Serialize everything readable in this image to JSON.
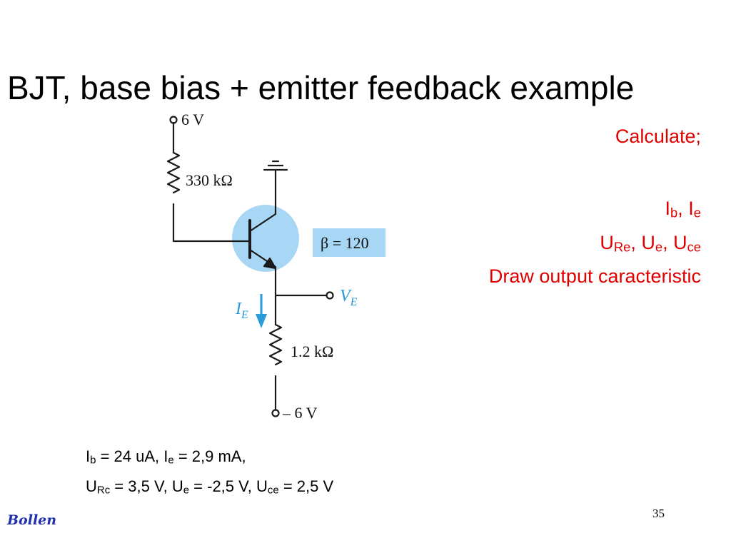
{
  "slide": {
    "title": "BJT, base bias + emitter feedback example",
    "page_number": "35",
    "logo_text": "Bollen"
  },
  "task": {
    "heading": "Calculate;",
    "line1": {
      "a": "I",
      "a_sub": "b",
      "sep": ", ",
      "b": "I",
      "b_sub": "e"
    },
    "line2": {
      "a": "U",
      "a_sub": "Re",
      "sep1": ", ",
      "b": "U",
      "b_sub": "e",
      "sep2": ", ",
      "c": "U",
      "c_sub": "ce"
    },
    "line3": "Draw output caracteristic"
  },
  "answers": {
    "row1": {
      "ib_sym": "I",
      "ib_sub": "b",
      "ib_val": " = 24 uA, ",
      "ie_sym": "I",
      "ie_sub": "e",
      "ie_val": " = 2,9 mA,"
    },
    "row2": {
      "urc_sym": "U",
      "urc_sub": "Rc",
      "urc_val": " = 3,5 V, ",
      "ue_sym": "U",
      "ue_sub": "e",
      "ue_val": " = -2,5 V, ",
      "uce_sym": "U",
      "uce_sub": "ce",
      "uce_val": " = 2,5 V"
    }
  },
  "circuit": {
    "vcc": "6 V",
    "rb": "330 kΩ",
    "beta": "β = 120",
    "ie_label": "I",
    "ie_sub": "E",
    "ve_label": "V",
    "ve_sub": "E",
    "re": "1.2 kΩ",
    "vee": "– 6 V",
    "colors": {
      "transistor_fill": "#a7d7f4",
      "beta_box": "#a7d7f4",
      "accent_blue": "#2a9ad8",
      "task_red": "#e00000"
    }
  }
}
